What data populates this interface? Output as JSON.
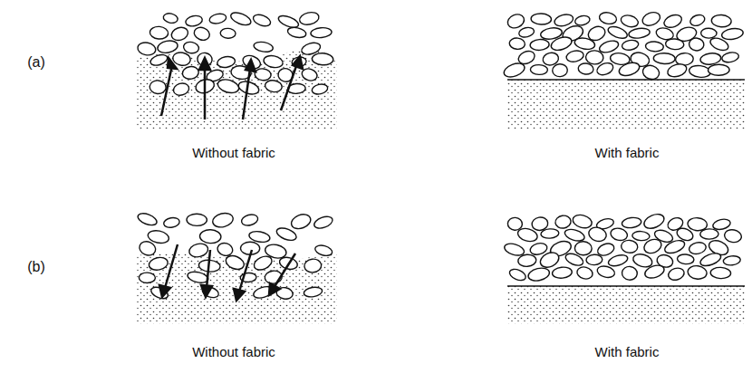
{
  "diagram": {
    "labels": [
      "(a)",
      "Without fabric",
      "With fabric",
      "(b)",
      "Without fabric",
      "With fabric"
    ]
  }
}
